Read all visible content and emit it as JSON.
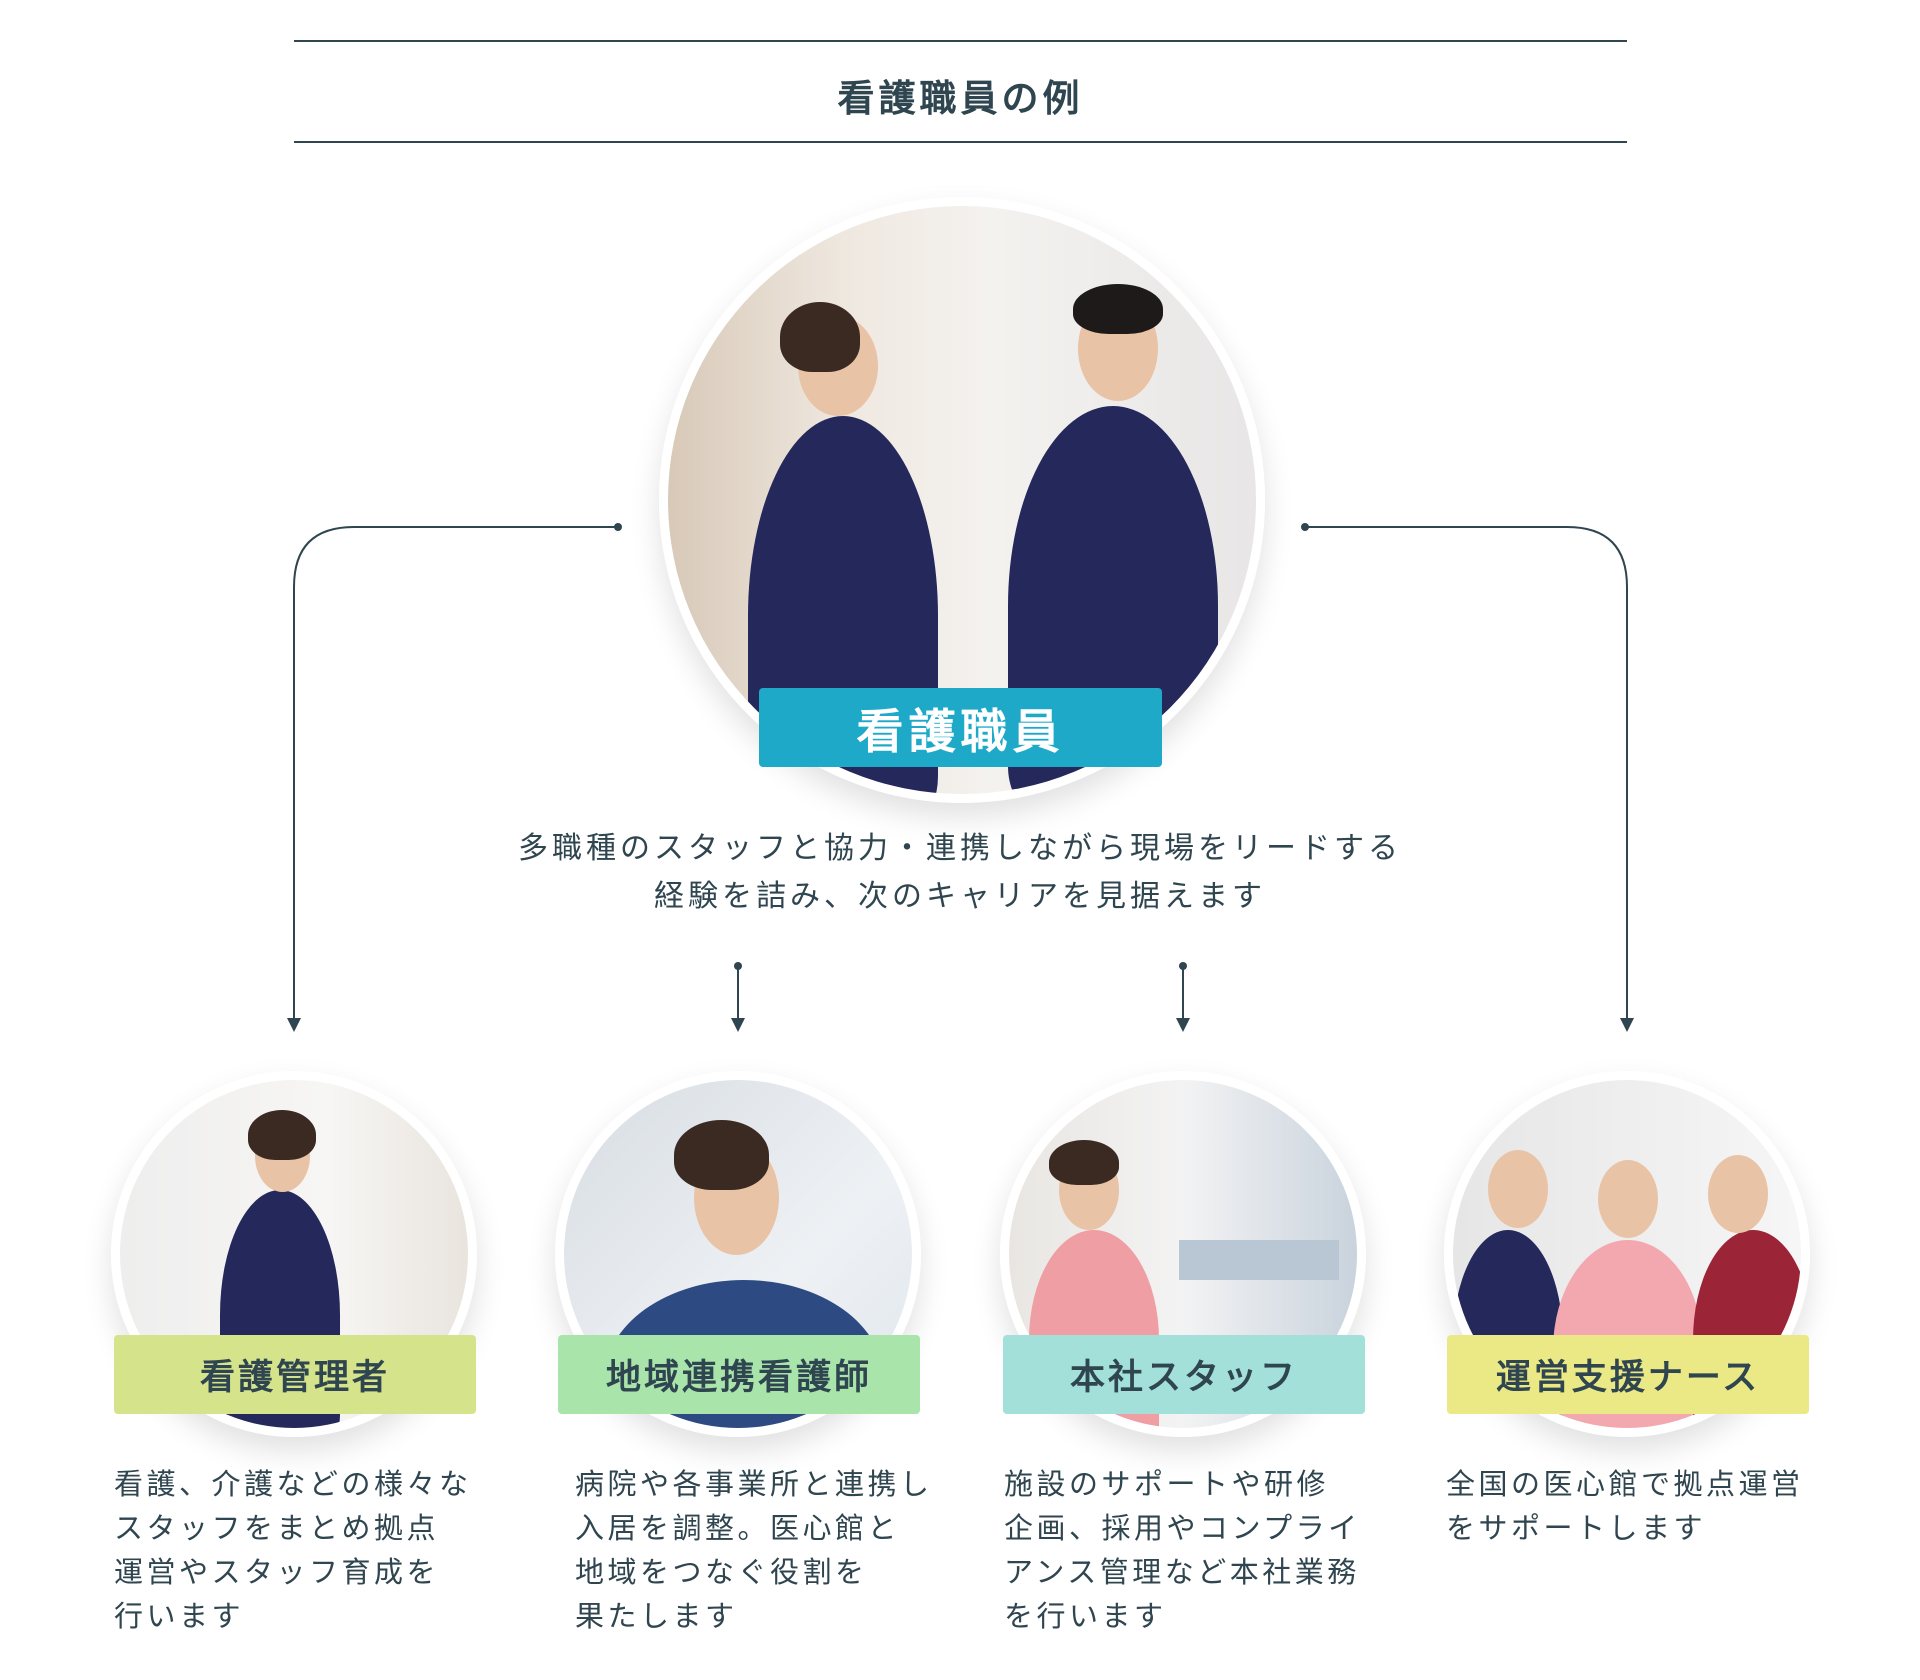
{
  "title": "看護職員の例",
  "main": {
    "label": "看護職員",
    "label_color": "#1fa9c9",
    "description_lines": [
      "多職種のスタッフと協力・連携しながら現場をリードする",
      "経験を詰み、次のキャリアを見据えます"
    ]
  },
  "roles": [
    {
      "label": "看護管理者",
      "color": "#d5e38a",
      "description": "看護、介護などの様々な\nスタッフをまとめ拠点\n運営やスタッフ育成を\n行います"
    },
    {
      "label": "地域連携看護師",
      "color": "#a9e4ab",
      "description": "病院や各事業所と連携し\n入居を調整。医心館と\n地域をつなぐ役割を\n果たします"
    },
    {
      "label": "本社スタッフ",
      "color": "#a2e0d9",
      "description": "施設のサポートや研修\n企画、採用やコンプライ\nアンス管理など本社業務\nを行います"
    },
    {
      "label": "運営支援ナース",
      "color": "#ebe985",
      "description": "全国の医心館で拠点運営\nをサポートします"
    }
  ]
}
